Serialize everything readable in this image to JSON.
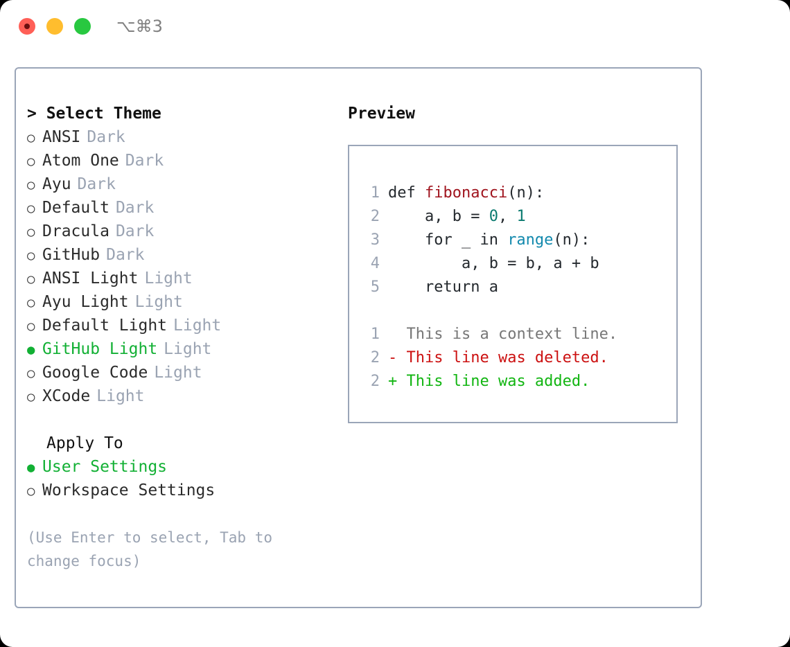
{
  "titlebar": {
    "shortcut": "⌥⌘3",
    "lights": [
      "close-red",
      "minimize-amber",
      "zoom-green"
    ]
  },
  "left": {
    "header": "> Select Theme",
    "themes": [
      {
        "bullet": "○",
        "name": "ANSI",
        "tag": "Dark",
        "selected": false
      },
      {
        "bullet": "○",
        "name": "Atom One",
        "tag": "Dark",
        "selected": false
      },
      {
        "bullet": "○",
        "name": "Ayu",
        "tag": "Dark",
        "selected": false
      },
      {
        "bullet": "○",
        "name": "Default",
        "tag": "Dark",
        "selected": false
      },
      {
        "bullet": "○",
        "name": "Dracula",
        "tag": "Dark",
        "selected": false
      },
      {
        "bullet": "○",
        "name": "GitHub",
        "tag": "Dark",
        "selected": false
      },
      {
        "bullet": "○",
        "name": "ANSI Light",
        "tag": "Light",
        "selected": false
      },
      {
        "bullet": "○",
        "name": "Ayu Light",
        "tag": "Light",
        "selected": false
      },
      {
        "bullet": "○",
        "name": "Default Light",
        "tag": "Light",
        "selected": false
      },
      {
        "bullet": "●",
        "name": "GitHub Light",
        "tag": "Light",
        "selected": true
      },
      {
        "bullet": "○",
        "name": "Google Code",
        "tag": "Light",
        "selected": false
      },
      {
        "bullet": "○",
        "name": "XCode",
        "tag": "Light",
        "selected": false
      }
    ],
    "apply_title": "Apply To",
    "apply_options": [
      {
        "bullet": "●",
        "name": "User Settings",
        "selected": true
      },
      {
        "bullet": "○",
        "name": "Workspace Settings",
        "selected": false
      }
    ],
    "hint": "(Use Enter to select, Tab to change focus)"
  },
  "right": {
    "title": "Preview",
    "code_lines": [
      {
        "num": "1",
        "parts": [
          {
            "t": "def ",
            "c": "plain"
          },
          {
            "t": "fibonacci",
            "c": "fn"
          },
          {
            "t": "(n):",
            "c": "plain"
          }
        ]
      },
      {
        "num": "2",
        "parts": [
          {
            "t": "    a, b = ",
            "c": "plain"
          },
          {
            "t": "0",
            "c": "num"
          },
          {
            "t": ", ",
            "c": "plain"
          },
          {
            "t": "1",
            "c": "num"
          }
        ]
      },
      {
        "num": "3",
        "parts": [
          {
            "t": "    for _ in ",
            "c": "plain"
          },
          {
            "t": "range",
            "c": "call"
          },
          {
            "t": "(n):",
            "c": "plain"
          }
        ]
      },
      {
        "num": "4",
        "parts": [
          {
            "t": "        a, b = b, a + b",
            "c": "plain"
          }
        ]
      },
      {
        "num": "5",
        "parts": [
          {
            "t": "    return a",
            "c": "plain"
          }
        ]
      }
    ],
    "diff_lines": [
      {
        "num": "1",
        "marker": "  ",
        "text": "This is a context line.",
        "kind": "ctx"
      },
      {
        "num": "2",
        "marker": "- ",
        "text": "This line was deleted.",
        "kind": "del"
      },
      {
        "num": "2",
        "marker": "+ ",
        "text": "This line was added.",
        "kind": "add"
      }
    ]
  },
  "colors": {
    "accent_green": "#12b034",
    "muted": "#9aa3b2",
    "border": "#9aa5b8",
    "syntax_function": "#a0141e",
    "syntax_number": "#0a7a6f",
    "syntax_call": "#1289ad",
    "diff_delete": "#cc1111",
    "diff_add": "#11b511",
    "diff_context": "#777777"
  }
}
